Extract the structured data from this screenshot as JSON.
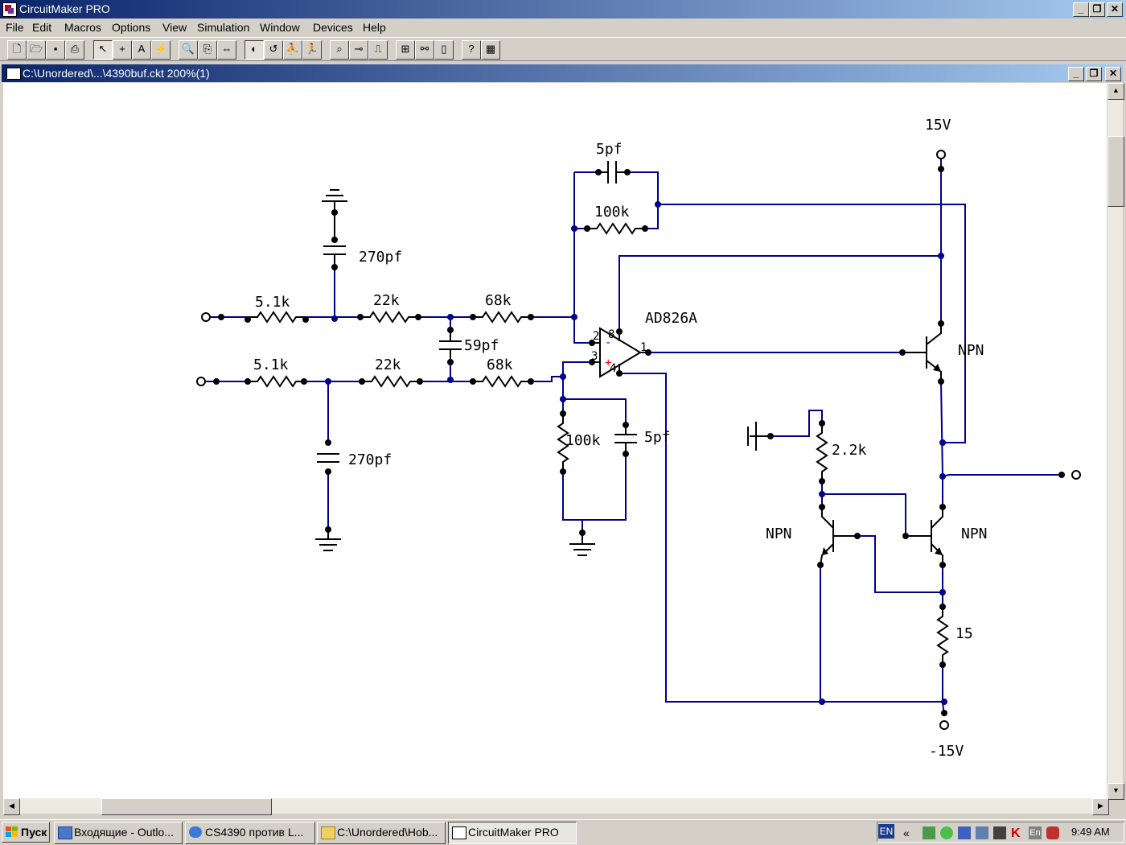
{
  "app": {
    "title": "CircuitMaker PRO"
  },
  "menu": [
    "File",
    "Edit",
    "Macros",
    "Options",
    "View",
    "Simulation",
    "Window",
    "Devices",
    "Help"
  ],
  "document": {
    "title": "C:\\Unordered\\...\\4390buf.ckt 200%(1)"
  },
  "schematic": {
    "labels": {
      "v_pos": "15V",
      "v_neg": "-15V",
      "c_fb_top": "5pf",
      "r_fb_top": "100k",
      "c_gnd_top": "270pf",
      "r_in_top1": "5.1k",
      "r_in_top2": "22k",
      "r_in_top3": "68k",
      "c_mid": "59pf",
      "r_in_bot1": "5.1k",
      "r_in_bot2": "22k",
      "r_in_bot3": "68k",
      "c_gnd_bot": "270pf",
      "r_ref_bot": "100k",
      "c_ref_bot": "5pf",
      "opamp": "AD826A",
      "q1": "NPN",
      "q2": "NPN",
      "q3": "NPN",
      "r_bias": "2.2k",
      "r_emit": "15",
      "pin2": "2",
      "pin3": "3",
      "pin1": "1",
      "pin8": "8",
      "pin4": "4"
    }
  },
  "taskbar": {
    "start": "Пуск",
    "tasks": [
      "Входящие - Outlo...",
      "CS4390 против L...",
      "C:\\Unordered\\Hob...",
      "CircuitMaker PRO"
    ],
    "lang": "EN",
    "tray_lang": "En",
    "tray_arrow": "«",
    "clock": "9:49 AM"
  },
  "colors": {
    "wire": "#00008b",
    "title_start": "#0a246a",
    "title_end": "#a6caf0"
  }
}
